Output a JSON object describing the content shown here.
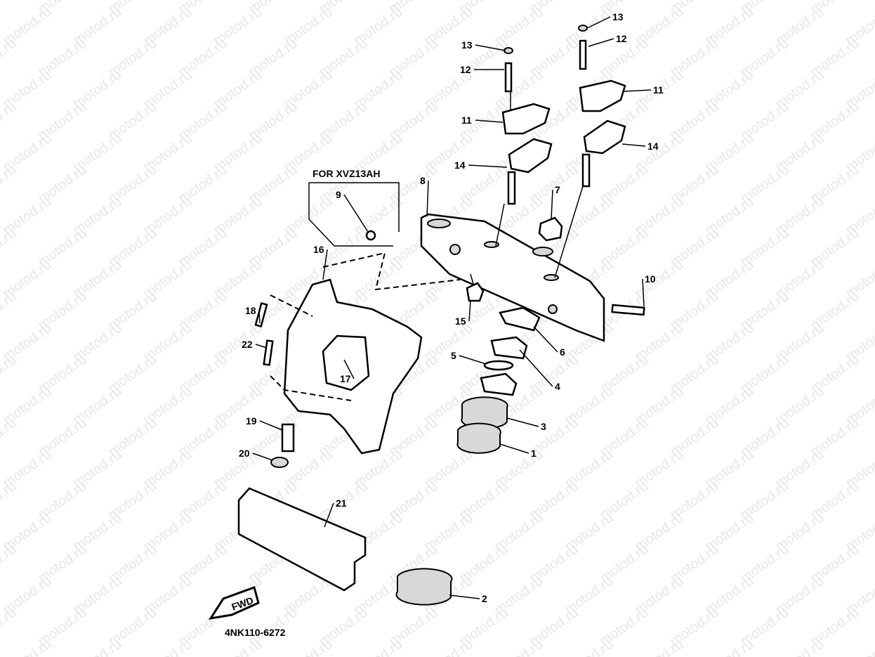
{
  "watermark": "motod.ru",
  "variant_box_label": "FOR XVZ13AH",
  "diagram_code": "4NK110-6272",
  "front_arrow_label": "FWD",
  "callouts": [
    "13",
    "12",
    "11",
    "14",
    "13",
    "12",
    "11",
    "14",
    "8",
    "7",
    "9",
    "16",
    "10",
    "15",
    "18",
    "6",
    "22",
    "5",
    "4",
    "17",
    "3",
    "19",
    "1",
    "20",
    "21",
    "2"
  ]
}
